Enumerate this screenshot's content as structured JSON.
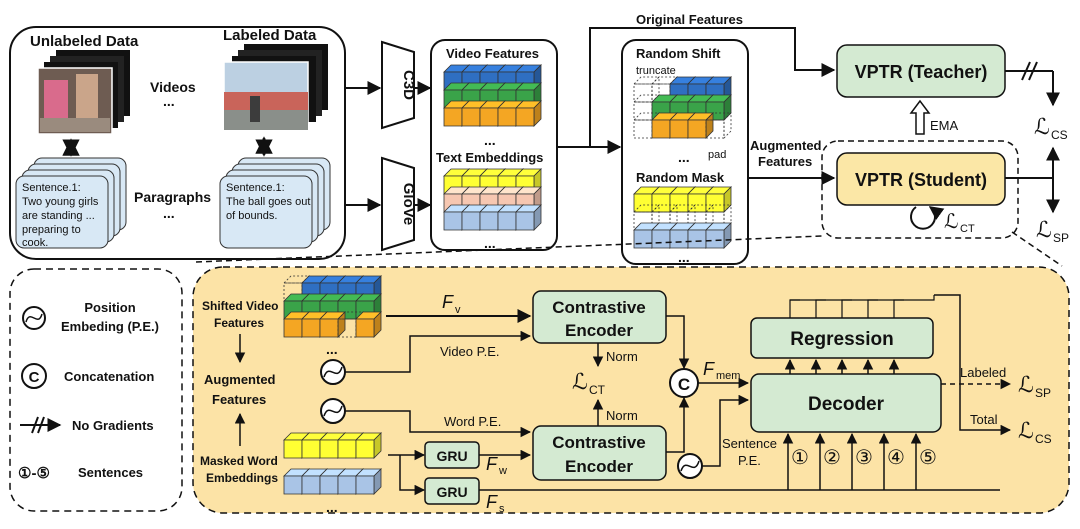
{
  "top": {
    "unlabeled_data": "Unlabeled Data",
    "labeled_data": "Labeled Data",
    "videos": "Videos",
    "ellipsis": "...",
    "paragraphs": "Paragraphs",
    "sentence_left": [
      "Sentence.1:",
      "Two young girls",
      "are standing ...",
      "preparing to",
      "cook."
    ],
    "sentence_right": [
      "Sentence.1:",
      "The ball goes out",
      "of bounds."
    ],
    "c3d": "C3D",
    "glove": "GloVe",
    "video_features": "Video Features",
    "text_embeddings": "Text Embeddings",
    "original_features": "Original Features",
    "random_shift": "Random Shift",
    "truncate": "truncate",
    "pad": "pad",
    "random_mask": "Random Mask",
    "augmented_features": [
      "Augmented",
      "Features"
    ],
    "teacher": "VPTR (Teacher)",
    "student": "VPTR (Student)",
    "ema": "EMA",
    "l_cs": "CS",
    "l_sp": "SP",
    "l_ct": "CT"
  },
  "legend": {
    "position_embedding": [
      "Position",
      "Embeding (P.E.)"
    ],
    "concatenation": "Concatenation",
    "no_gradients": "No Gradients",
    "sentences": "Sentences",
    "c_symbol": "C",
    "range_symbol": "①-⑤"
  },
  "detail": {
    "shifted_video_features": [
      "Shifted Video",
      "Features"
    ],
    "augmented_features": [
      "Augmented",
      "Features"
    ],
    "masked_word_embeddings": [
      "Masked Word",
      "Embeddings"
    ],
    "f_v": "F",
    "f_v_sub": "v",
    "f_w": "F",
    "f_w_sub": "w",
    "f_s": "F",
    "f_s_sub": "s",
    "f_mem": "F",
    "f_mem_sub": "mem",
    "video_pe": "Video P.E.",
    "word_pe": "Word P.E.",
    "sentence_pe": [
      "Sentence",
      "P.E."
    ],
    "norm": "Norm",
    "contrastive_encoder": [
      "Contrastive",
      "Encoder"
    ],
    "gru": "GRU",
    "regression": "Regression",
    "decoder": "Decoder",
    "labeled": "Labeled",
    "total": "Total",
    "sentence_numbers": [
      "①",
      "②",
      "③",
      "④",
      "⑤"
    ],
    "l_ct": "CT",
    "l_sp": "SP",
    "l_cs": "CS"
  },
  "colors": {
    "green_box": "#d4ead2",
    "yellow_box": "#fbe7a6",
    "detail_bg": "#fce3a6",
    "cube_blue": "#2f6fc2",
    "cube_green": "#3aa349",
    "cube_orange": "#f4a623",
    "cube_yellow": "#ffff33",
    "cube_pink": "#f6c7b1",
    "cube_lightblue": "#a9c4e6"
  }
}
